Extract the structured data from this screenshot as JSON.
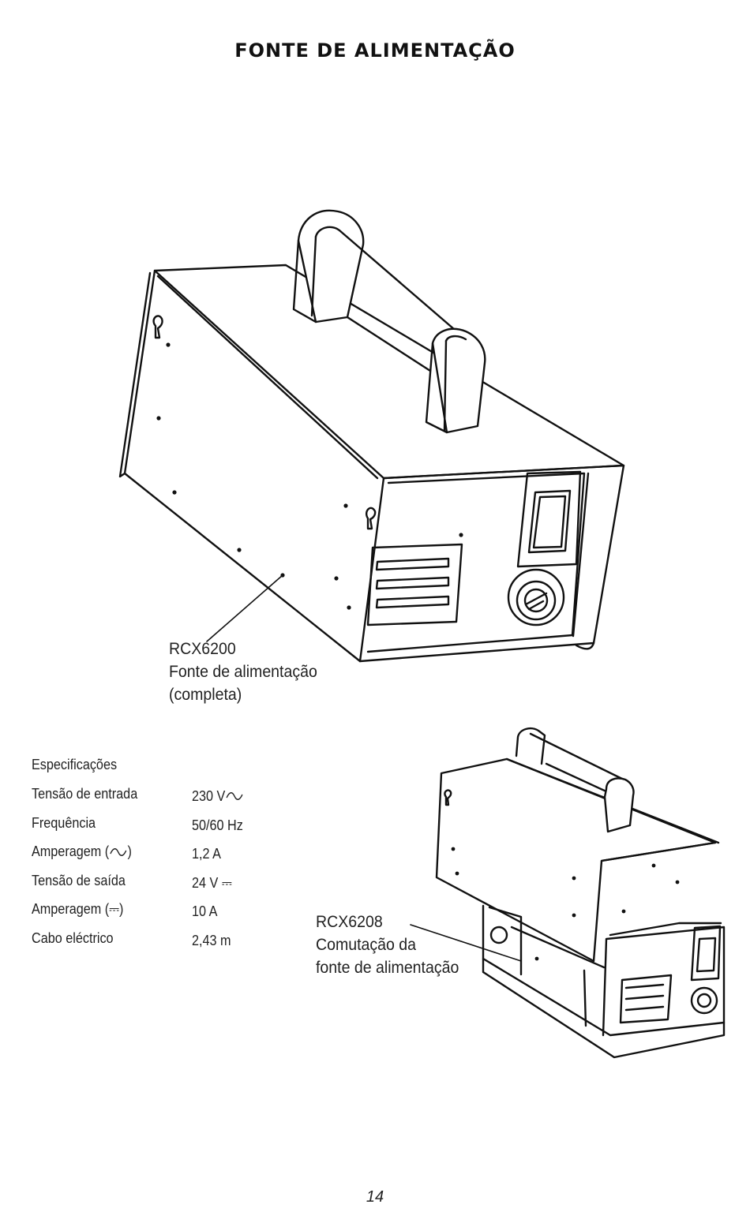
{
  "page": {
    "title": "FONTE DE ALIMENTAÇÃO",
    "page_number": "14"
  },
  "callouts": {
    "main_unit": {
      "code": "RCX6200",
      "line2": "Fonte de alimentação",
      "line3": "(completa)"
    },
    "switch_unit": {
      "code": "RCX6208",
      "line2": "Comutação da",
      "line3": "fonte de alimentação"
    }
  },
  "specs": {
    "heading": "Especificações",
    "rows": [
      {
        "label": "Tensão de entrada",
        "value": "230 V",
        "suffix_icon": "ac-sine-icon"
      },
      {
        "label": "Frequência",
        "value": "50/60 Hz"
      },
      {
        "label": "Amperagem (",
        "label_icon": "ac-sine-icon",
        "label_end": ")",
        "value": "1,2 A"
      },
      {
        "label": "Tensão de saída",
        "value": "24 V ⎓"
      },
      {
        "label": "Amperagem (⎓)",
        "value": "10 A"
      },
      {
        "label": "Cabo eléctrico",
        "value": "2,43 m"
      }
    ]
  }
}
